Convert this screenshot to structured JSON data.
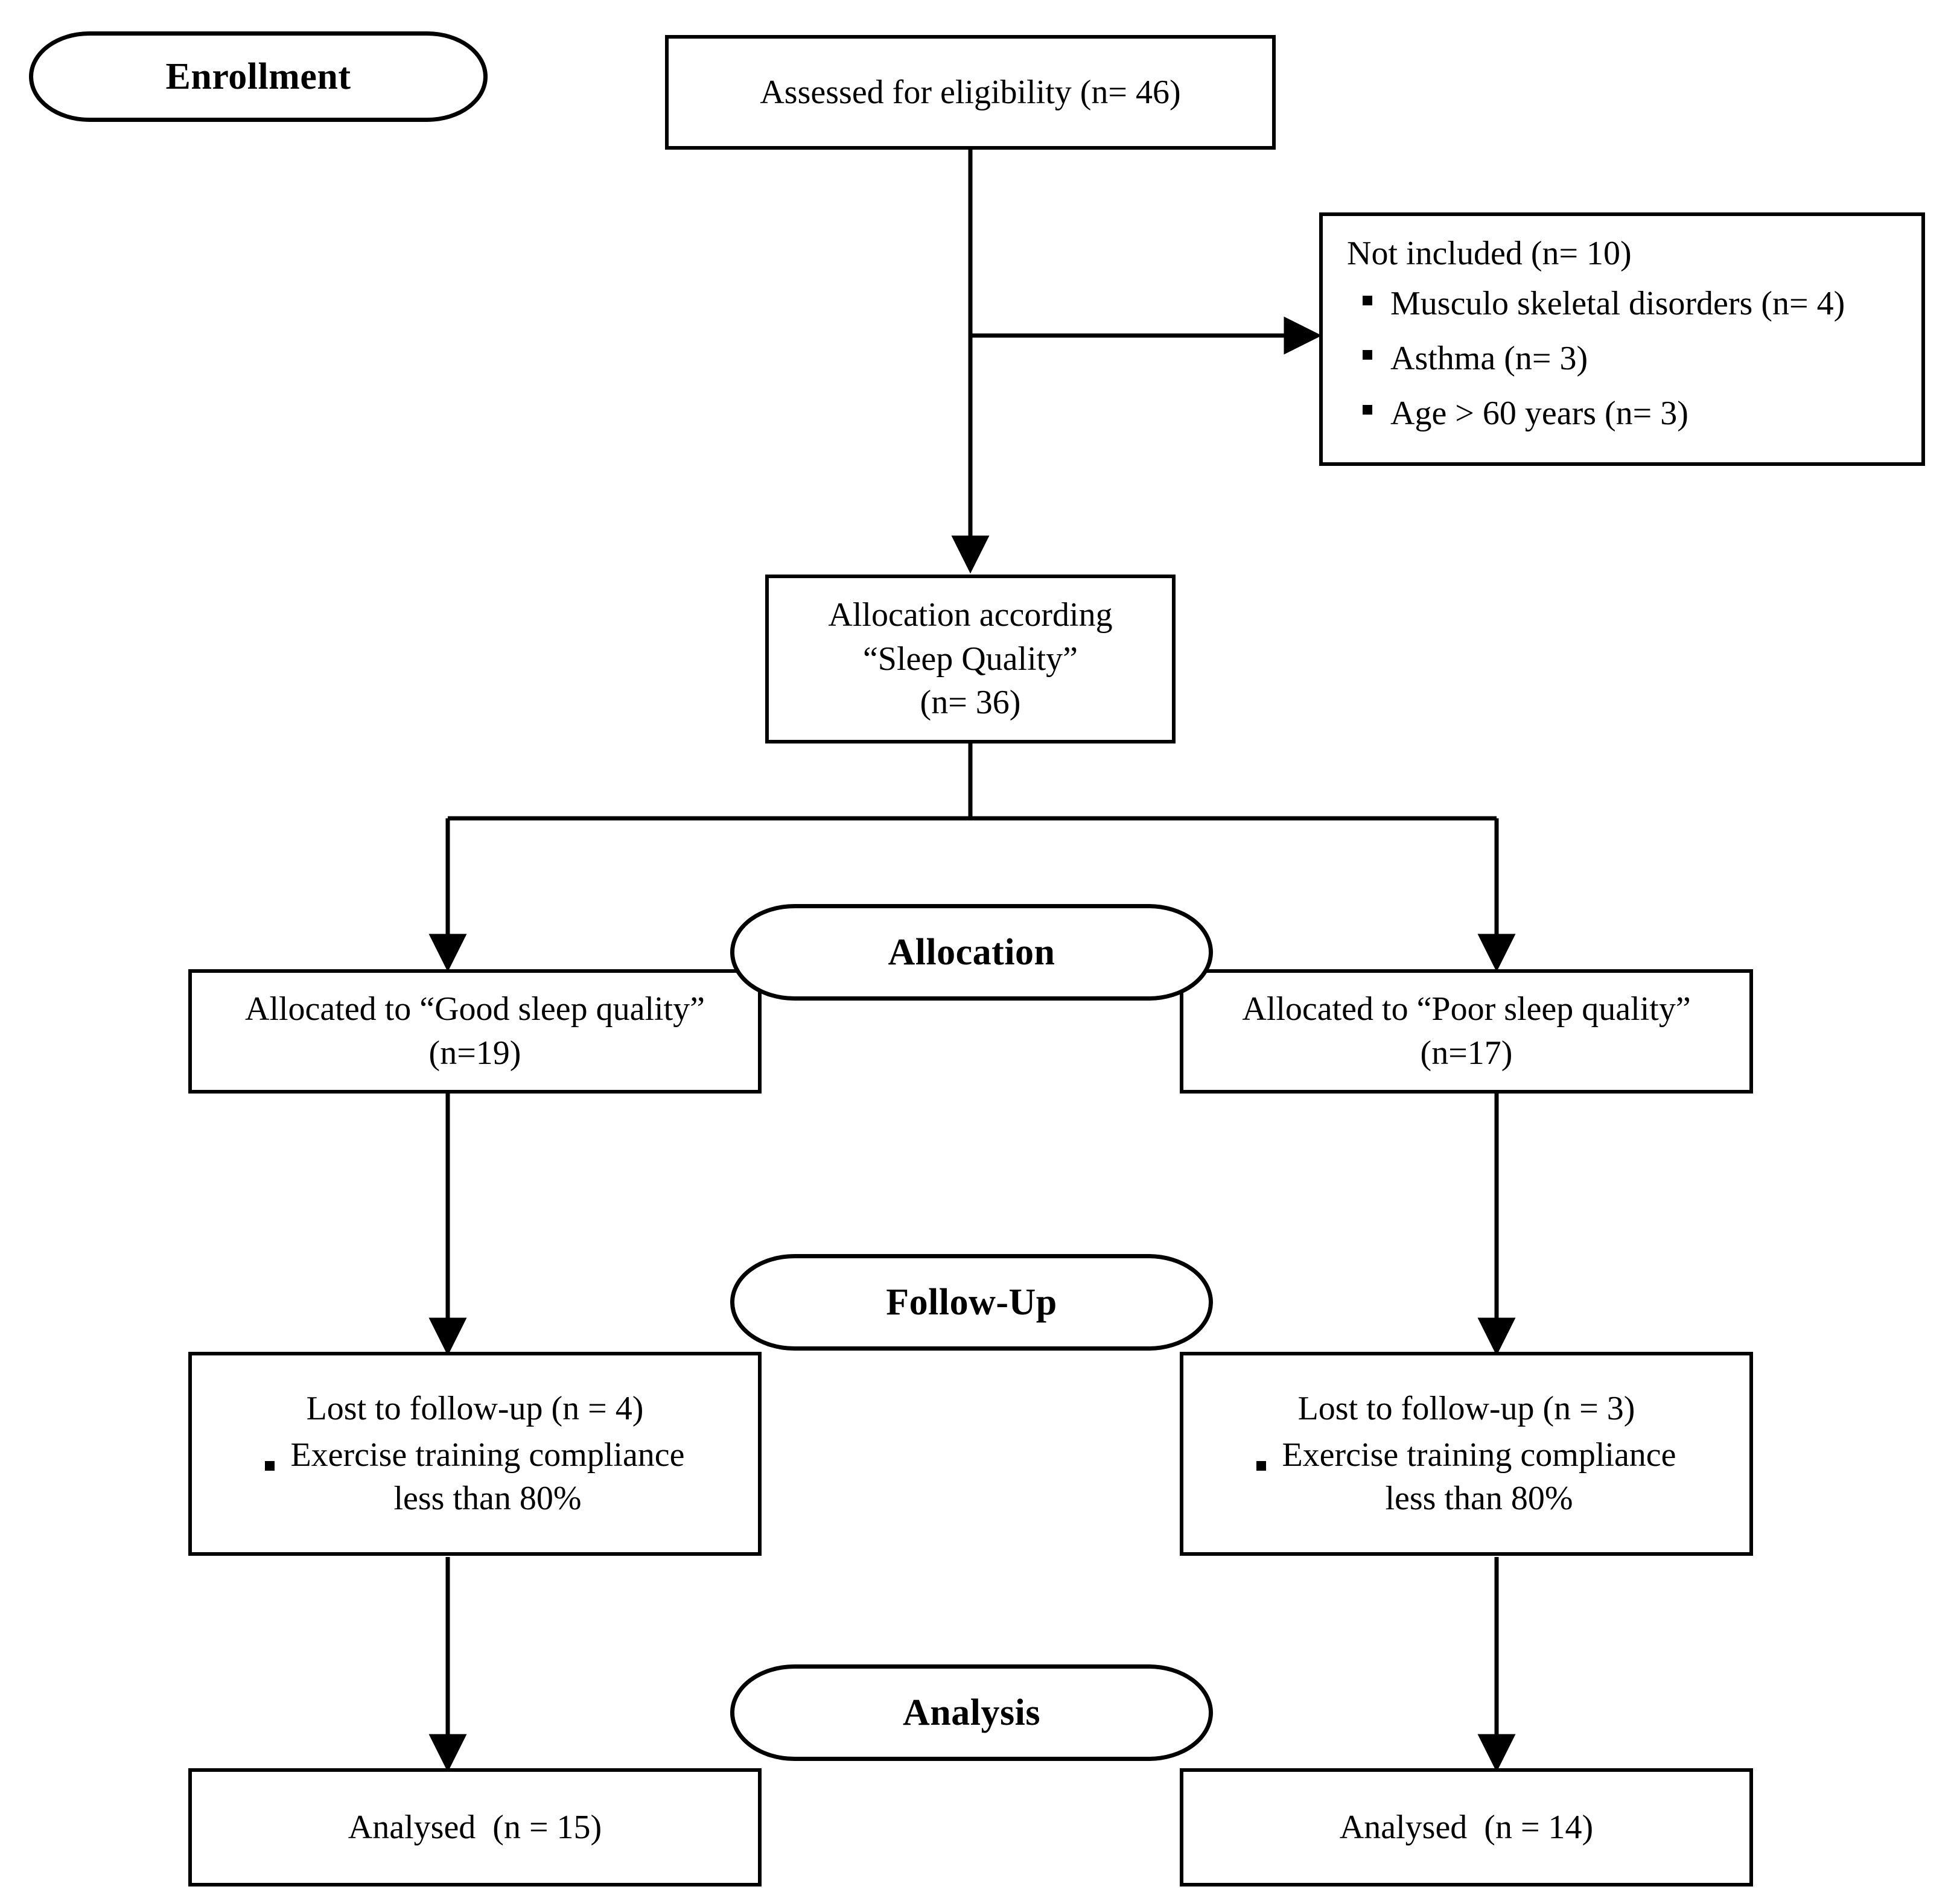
{
  "diagram": {
    "type": "CONSORT participant flow diagram",
    "stages": [
      {
        "id": "enrollment",
        "label": "Enrollment"
      },
      {
        "id": "allocation",
        "label": "Allocation"
      },
      {
        "id": "followup",
        "label": "Follow-Up"
      },
      {
        "id": "analysis",
        "label": "Analysis"
      }
    ],
    "nodes": {
      "assessed": {
        "lines": [
          "Assessed for eligibility (n= 46)"
        ]
      },
      "not_included": {
        "title": "Not included (n= 10)",
        "items": [
          "Musculo skeletal disorders (n= 4)",
          "Asthma (n= 3)",
          "Age  > 60 years (n= 3)"
        ]
      },
      "allocation_box": {
        "lines": [
          "Allocation according",
          "“Sleep Quality”",
          "(n= 36)"
        ]
      },
      "alloc_good": {
        "lines": [
          "Allocated to “Good sleep quality”",
          "(n=19)"
        ]
      },
      "alloc_poor": {
        "lines": [
          "Allocated to “Poor sleep quality”",
          "(n=17)"
        ]
      },
      "lost_good": {
        "title": "Lost to follow-up (n = 4)",
        "bullet_lines": [
          "Exercise training compliance",
          "less than 80%"
        ]
      },
      "lost_poor": {
        "title": "Lost to follow-up (n = 3)",
        "bullet_lines": [
          "Exercise training compliance",
          "less than 80%"
        ]
      },
      "analysed_good": {
        "lines": [
          "Analysed  (n = 15)"
        ]
      },
      "analysed_poor": {
        "lines": [
          "Analysed  (n = 14)"
        ]
      }
    },
    "counts": {
      "assessed": 46,
      "not_included_total": 10,
      "not_included_musculoskeletal": 4,
      "not_included_asthma": 3,
      "not_included_age": 3,
      "allocated_total": 36,
      "allocated_good": 19,
      "allocated_poor": 17,
      "lost_good": 4,
      "lost_poor": 3,
      "analysed_good": 15,
      "analysed_poor": 14
    },
    "colors": {
      "line": "#000000",
      "background": "#ffffff",
      "text": "#000000"
    }
  }
}
